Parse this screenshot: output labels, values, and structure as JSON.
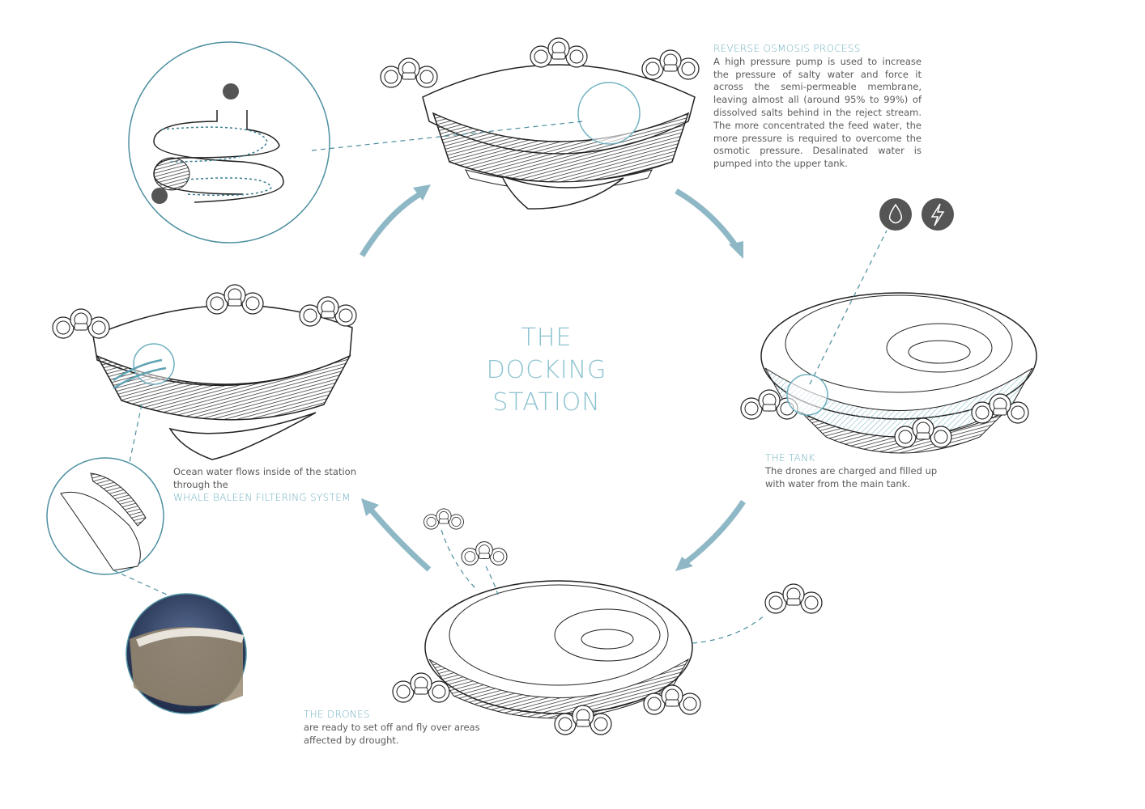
{
  "title": {
    "line1": "THE",
    "line2": "DOCKING",
    "line3": "STATION"
  },
  "reverse_osmosis": {
    "heading": "REVERSE OSMOSIS PROCESS",
    "body": "A high pressure pump is used to increase the pressure of salty water and force it across the semi-permeable membrane, leaving almost all (around 95% to 99%) of dissolved salts behind in the reject stream. The more concentrated the feed water, the more pressure is required to overcome the osmotic pressure. Desalinated water is pumped into the upper tank."
  },
  "tank": {
    "heading": "THE TANK",
    "body": "The drones are charged and filled up with water from the main tank."
  },
  "drones": {
    "heading": "THE DRONES",
    "body": "are ready to set off and fly over areas affected by drought."
  },
  "intake": {
    "body": "Ocean water flows inside of the station through the",
    "heading": "WHALE BALEEN FILTERING SYSTEM"
  },
  "icons": [
    "water-drop-icon",
    "lightning-icon"
  ],
  "colors": {
    "accent": "#6fb0c0",
    "arrow": "#8fb8c6",
    "line": "#222222",
    "icon_bg": "#555555"
  }
}
